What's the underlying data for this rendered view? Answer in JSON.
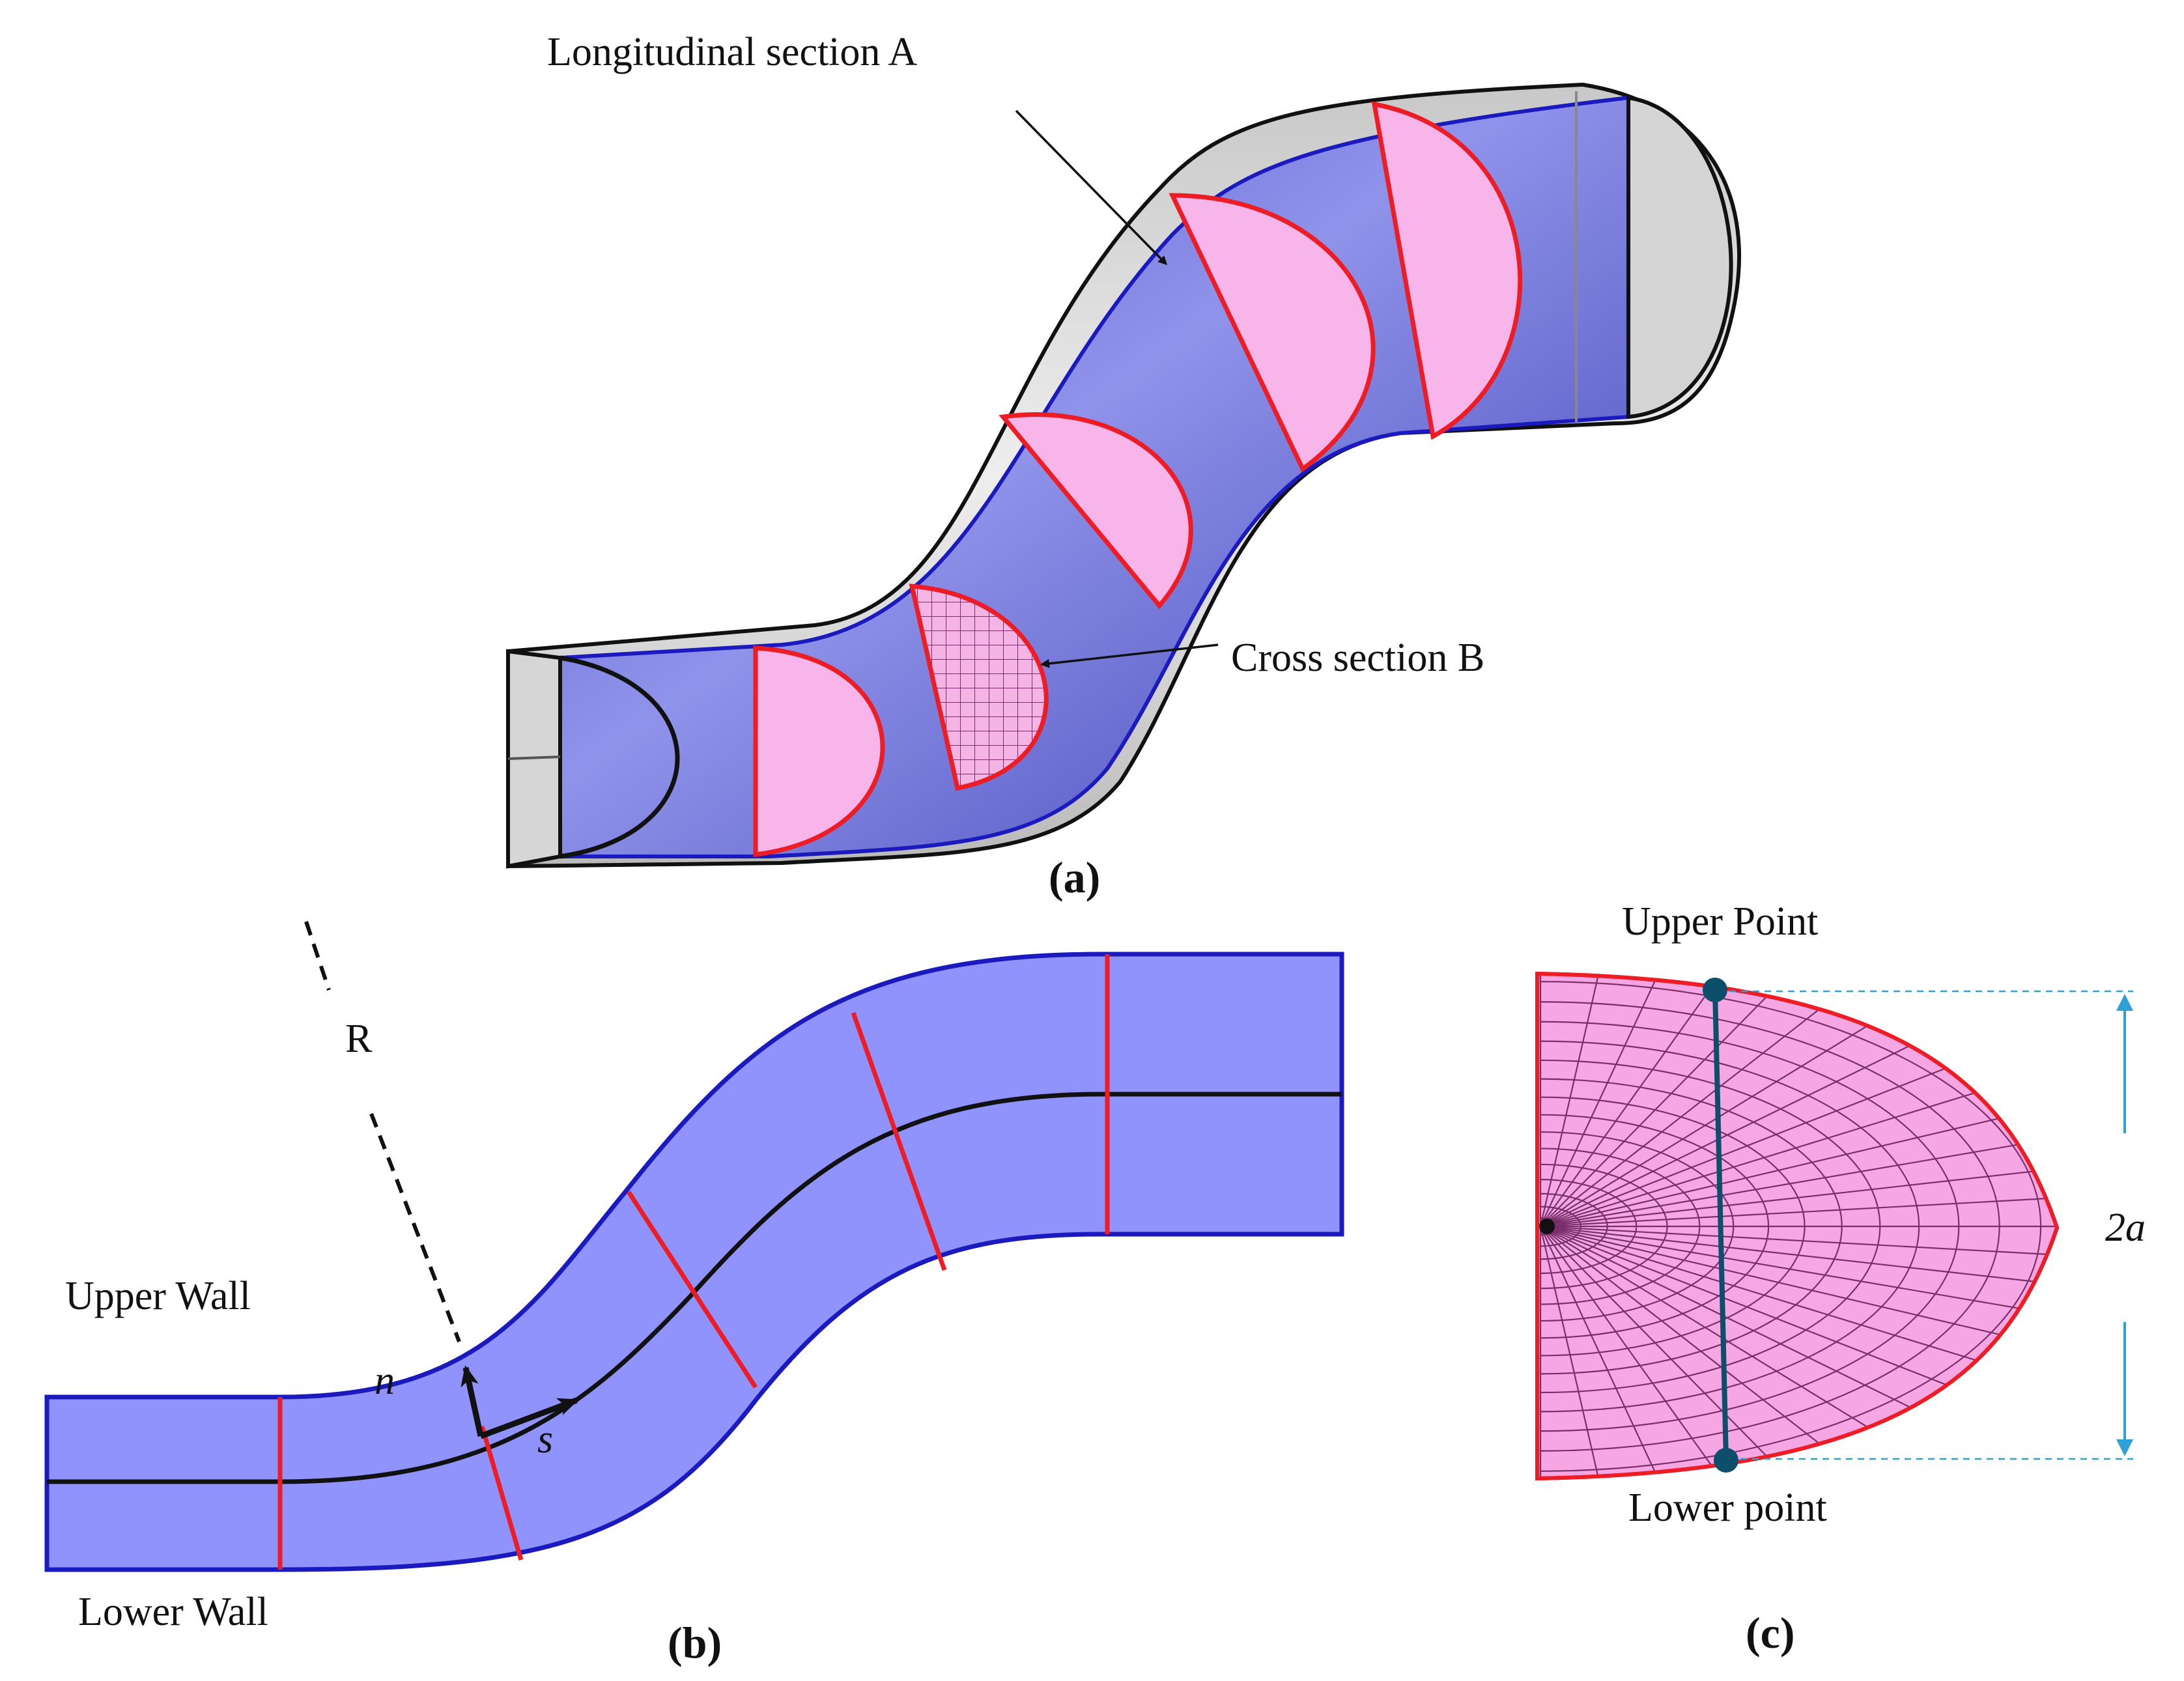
{
  "panel_a": {
    "caption": "(a)",
    "annotation_longitudinal": "Longitudinal section A",
    "annotation_cross": "Cross section B"
  },
  "panel_b": {
    "caption": "(b)",
    "upper_wall_label": "Upper Wall",
    "lower_wall_label": "Lower Wall",
    "radius_label": "R",
    "normal_label": "n",
    "streamwise_label": "s"
  },
  "panel_c": {
    "caption": "(c)",
    "upper_point_label": "Upper Point",
    "lower_point_label": "Lower point",
    "dimension_label": "2a"
  },
  "colors": {
    "channel_fill": "#8f93fb",
    "channel_fill_3d": "#6f72d8",
    "wall_stroke": "#1a1abf",
    "section_red": "#ee1c24",
    "cross_section_fill": "#f7b5e9",
    "casing_gray": "#d0d0d0",
    "mesh_line": "#7a2f6a",
    "dimension_blue": "#2f9fd8",
    "point_marker": "#0d4f6b"
  }
}
